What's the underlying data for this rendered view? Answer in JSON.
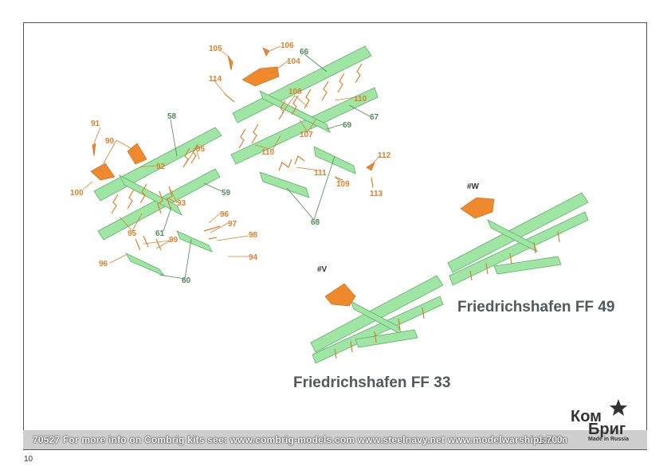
{
  "titles": {
    "ff33": "Friedrichshafen FF 33",
    "ff49": "Friedrichshafen FF 49"
  },
  "markers": {
    "v": "#V",
    "w": "#W"
  },
  "part_labels": {
    "p58": "58",
    "p59": "59",
    "p60": "60",
    "p61": "61",
    "p66": "66",
    "p67": "67",
    "p68": "68",
    "p69": "69",
    "p90": "90",
    "p91": "91",
    "p92": "92",
    "p93": "93",
    "p94": "94",
    "p95a": "95",
    "p95b": "95",
    "p96a": "96",
    "p96b": "96",
    "p97": "97",
    "p98": "98",
    "p99": "99",
    "p100": "100",
    "p104": "104",
    "p105": "105",
    "p106": "106",
    "p107": "107",
    "p108": "108",
    "p109": "109",
    "p110a": "110",
    "p110b": "110",
    "p111": "111",
    "p112": "112",
    "p113": "113",
    "p114": "114"
  },
  "footer": {
    "text": "70527  For more info on Combrig kits see: www.combrig-models.com  www.steelnavy.net  www.modelwarships.com",
    "scale": "1:700"
  },
  "logo": {
    "line1": "Ком",
    "line2": "Бриг",
    "made_in": "Made in Russia"
  },
  "page_number": "10",
  "colors": {
    "green_part": "#9fe6a5",
    "orange_part": "#f0892b",
    "label_orange": "#d9822b",
    "label_green": "#4f8a55"
  }
}
